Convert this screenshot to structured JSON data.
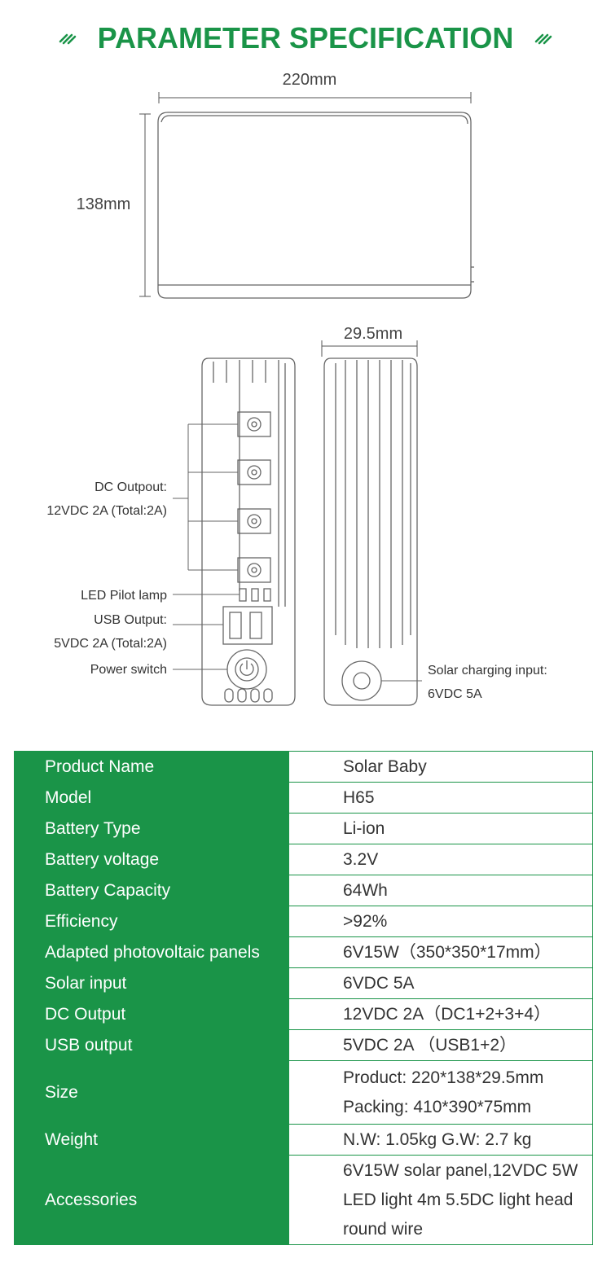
{
  "header": {
    "title": "PARAMETER SPECIFICATION",
    "decor_icon": "double-slash-icon",
    "accent_color": "#1a9448"
  },
  "diagram": {
    "width_label": "220mm",
    "height_label": "138mm",
    "depth_label": "29.5mm",
    "dc_output_line1": "DC Outpout:",
    "dc_output_line2": "12VDC 2A (Total:2A)",
    "led_label": "LED Pilot lamp",
    "usb_line1": "USB Output:",
    "usb_line2": "5VDC 2A (Total:2A)",
    "power_label": "Power switch",
    "solar_line1": "Solar charging input:",
    "solar_line2": "6VDC 5A"
  },
  "specs": {
    "rows": [
      {
        "key": "Product Name",
        "value": [
          "Solar Baby"
        ]
      },
      {
        "key": "Model",
        "value": [
          "H65"
        ]
      },
      {
        "key": "Battery Type",
        "value": [
          "Li-ion"
        ]
      },
      {
        "key": "Battery voltage",
        "value": [
          "3.2V"
        ]
      },
      {
        "key": "Battery Capacity",
        "value": [
          "64Wh"
        ]
      },
      {
        "key": "Efficiency",
        "value": [
          ">92%"
        ]
      },
      {
        "key": "Adapted photovoltaic panels",
        "value": [
          "6V15W（350*350*17mm）"
        ]
      },
      {
        "key": "Solar input",
        "value": [
          "6VDC 5A"
        ]
      },
      {
        "key": "DC Output",
        "value": [
          "12VDC 2A（DC1+2+3+4）"
        ]
      },
      {
        "key": "USB output",
        "value": [
          "5VDC 2A （USB1+2）"
        ]
      },
      {
        "key": "Size",
        "value": [
          "Product: 220*138*29.5mm",
          "Packing: 410*390*75mm"
        ]
      },
      {
        "key": "Weight",
        "value": [
          "N.W: 1.05kg  G.W: 2.7 kg"
        ]
      },
      {
        "key": "Accessories",
        "value": [
          "6V15W solar panel,12VDC 5W",
          "LED light 4m 5.5DC light head",
          "round wire"
        ]
      }
    ]
  }
}
